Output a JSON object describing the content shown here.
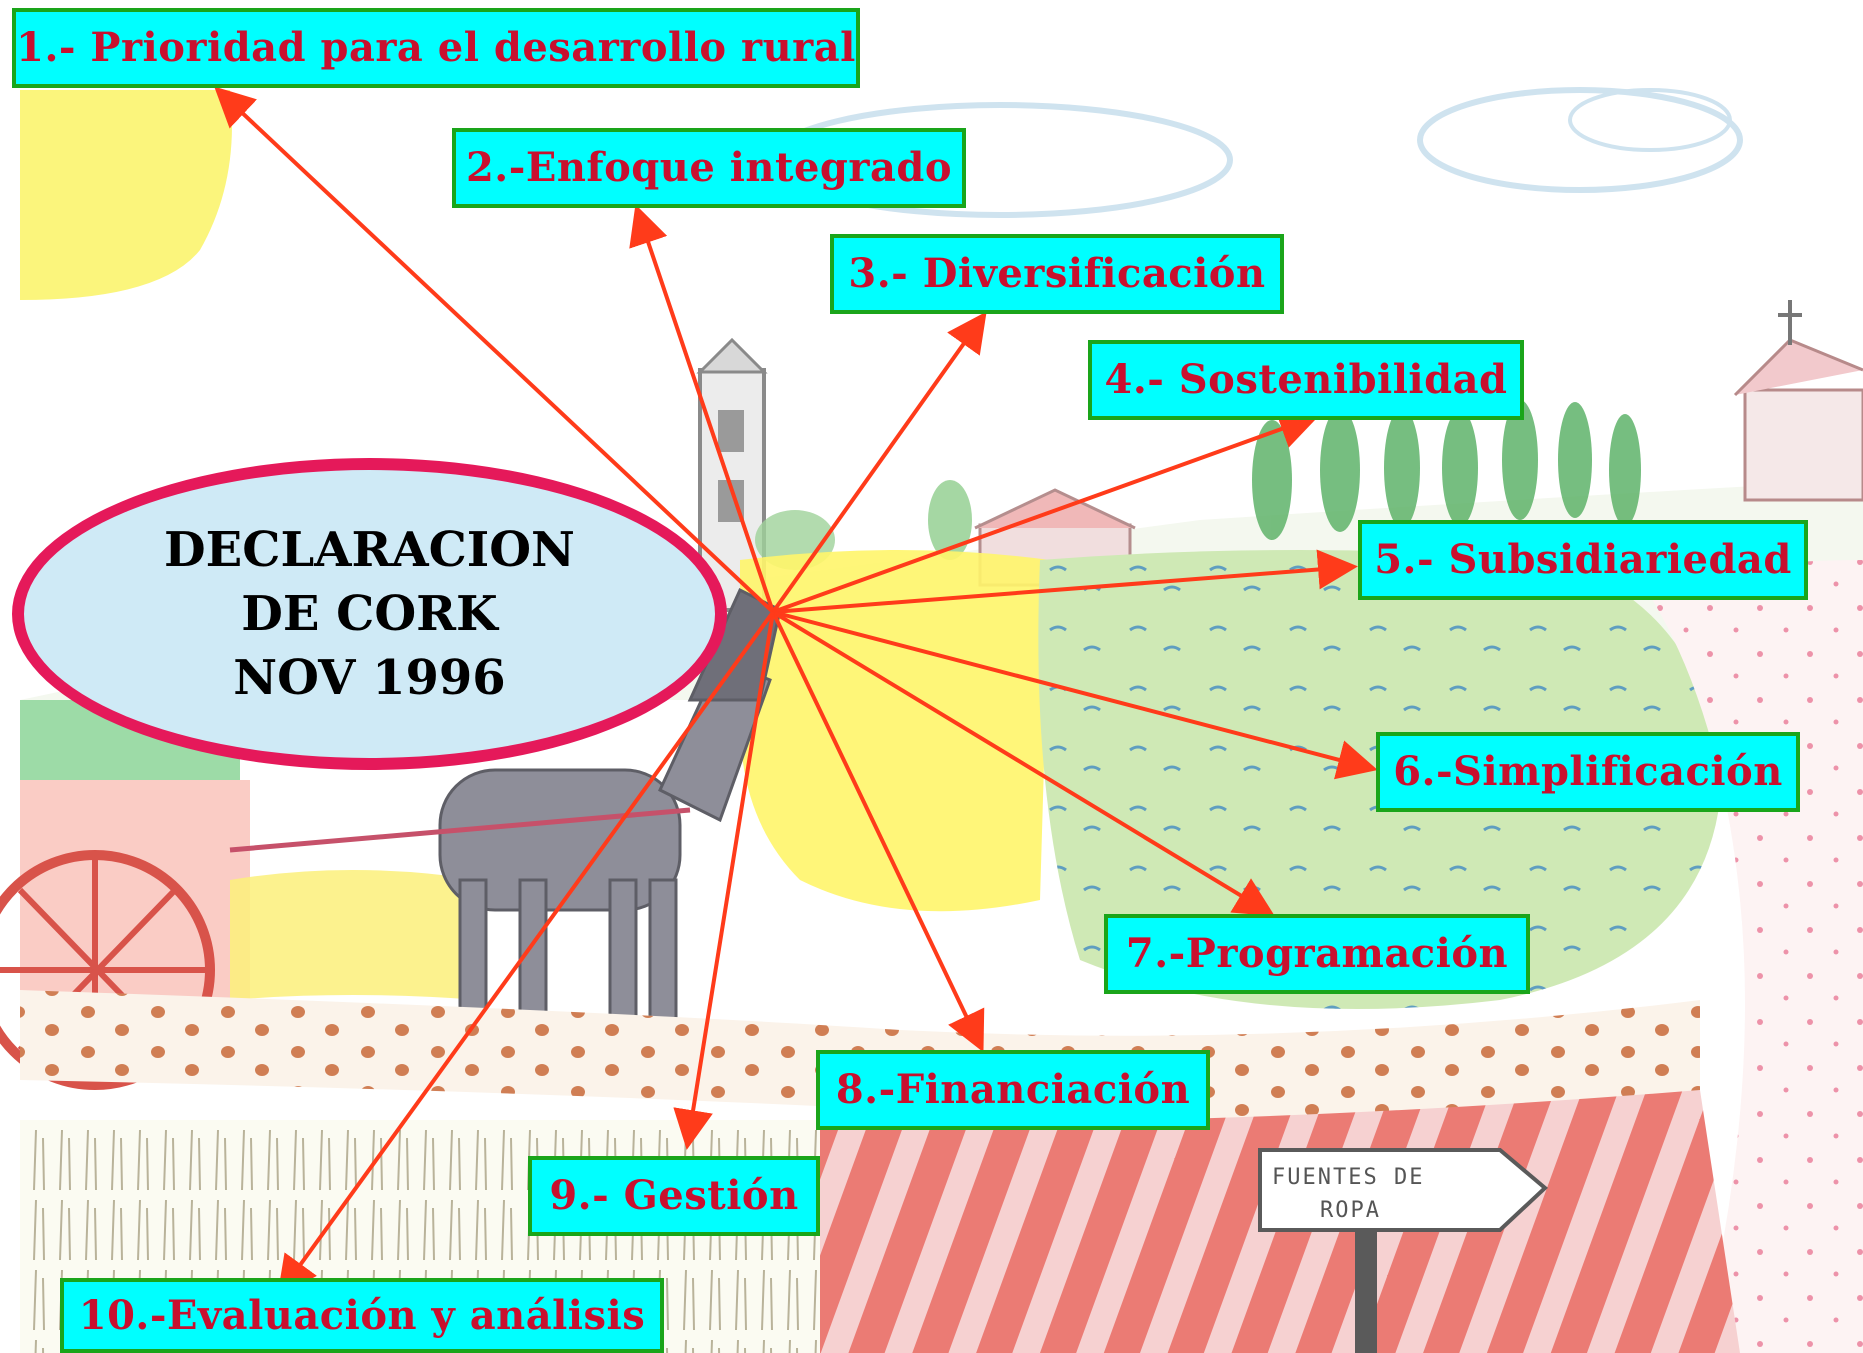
{
  "center": {
    "line1": "DECLARACION",
    "line2": "DE CORK",
    "line3": "NOV 1996"
  },
  "principles": [
    "1.- Prioridad para el desarrollo rural",
    "2.-Enfoque integrado",
    "3.- Diversificación",
    "4.- Sostenibilidad",
    "5.- Subsidiariedad",
    "6.-Simplificación",
    "7.-Programación",
    "8.-Financiación",
    "9.- Gestión",
    "10.-Evaluación y análisis"
  ],
  "sign": {
    "line1": "FUENTES DE",
    "line2": "ROPA"
  },
  "colors": {
    "box_fill": "#00ffff",
    "box_border": "#1aa51a",
    "label_text": "#c8102e",
    "arrow": "#ff3b1a",
    "ellipse_border": "#e5195a",
    "ellipse_fill": "#cfeaf6"
  }
}
